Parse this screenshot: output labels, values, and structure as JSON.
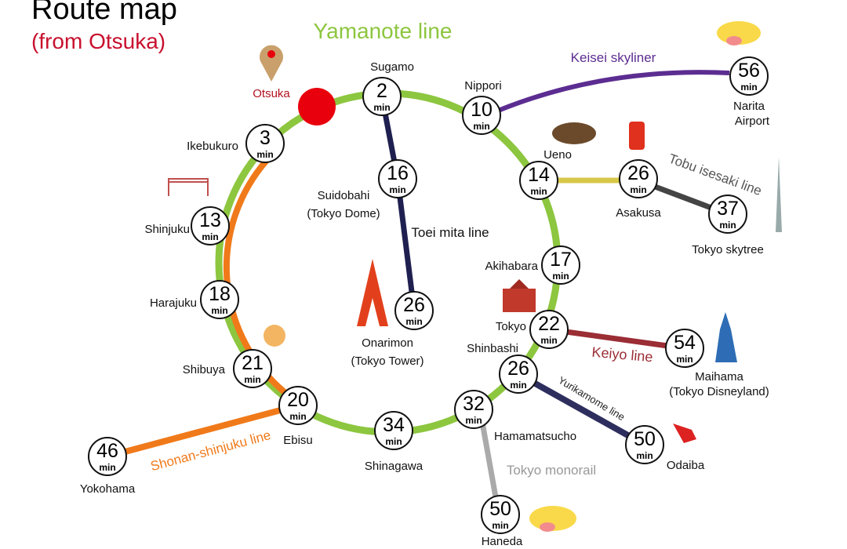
{
  "title": "Route map",
  "subtitle": "(from Otsuka)",
  "origin": "Otsuka",
  "min_label": "min",
  "colors": {
    "yamanote": "#8dc63f",
    "orange": "#f07a1a",
    "origin": "#e8000d"
  },
  "lines": {
    "yamanote": "Yamanote line",
    "keisei": "Keisei skyliner",
    "tobu": "Tobu isesaki line",
    "toei": "Toei mita line",
    "keiyo": "Keiyo line",
    "yurikamome": "Yurikamome line",
    "monorail": "Tokyo monorail",
    "shonan": "Shonan-shinjuku line"
  },
  "stations": [
    {
      "name": "Sugamo",
      "min": "2"
    },
    {
      "name": "Nippori",
      "min": "10"
    },
    {
      "name": "Ueno",
      "min": "14"
    },
    {
      "name": "Akihabara",
      "min": "17"
    },
    {
      "name": "Tokyo",
      "min": "22"
    },
    {
      "name": "Shinbashi",
      "min": "26"
    },
    {
      "name": "Hamamatsucho",
      "min": "32"
    },
    {
      "name": "Shinagawa",
      "min": "34"
    },
    {
      "name": "Ebisu",
      "min": "20"
    },
    {
      "name": "Shibuya",
      "min": "21"
    },
    {
      "name": "Harajuku",
      "min": "18"
    },
    {
      "name": "Shinjuku",
      "min": "13"
    },
    {
      "name": "Ikebukuro",
      "min": "3"
    },
    {
      "name": "Suidobahi",
      "sub": "(Tokyo Dome)",
      "min": "16"
    },
    {
      "name": "Onarimon",
      "sub": "(Tokyo Tower)",
      "min": "26"
    },
    {
      "name": "Asakusa",
      "min": "26"
    },
    {
      "name": "Tokyo skytree",
      "min": "37"
    },
    {
      "name": "Narita",
      "sub": "Airport",
      "min": "56"
    },
    {
      "name": "Maihama",
      "sub": "(Tokyo Disneyland)",
      "min": "54"
    },
    {
      "name": "Odaiba",
      "min": "50"
    },
    {
      "name": "Haneda",
      "min": "50"
    },
    {
      "name": "Yokohama",
      "min": "46"
    }
  ]
}
